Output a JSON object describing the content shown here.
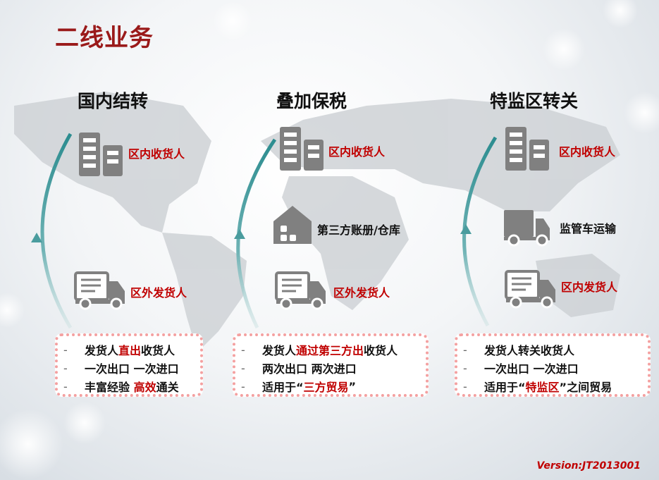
{
  "title": "二线业务",
  "version": "Version:JT2013001",
  "columns": [
    {
      "heading": "国内结转",
      "top_label": "区内收货人",
      "bottom_label": "区外发货人",
      "bullets": [
        [
          {
            "t": "发货人",
            "red": false
          },
          {
            "t": "直出",
            "red": true
          },
          {
            "t": "收货人",
            "red": false
          }
        ],
        [
          {
            "t": "一次出口 一次进口",
            "red": false
          }
        ],
        [
          {
            "t": "丰富经验 ",
            "red": false
          },
          {
            "t": "高效",
            "red": true
          },
          {
            "t": "通关",
            "red": false
          }
        ]
      ]
    },
    {
      "heading": "叠加保税",
      "top_label": "区内收货人",
      "middle_label": "第三方账册/仓库",
      "bottom_label": "区外发货人",
      "bullets": [
        [
          {
            "t": "发货人",
            "red": false
          },
          {
            "t": "通过第三方出",
            "red": true
          },
          {
            "t": "收货人",
            "red": false
          }
        ],
        [
          {
            "t": "两次出口 两次进口",
            "red": false
          }
        ],
        [
          {
            "t": "适用于“",
            "red": false
          },
          {
            "t": "三方贸易",
            "red": true
          },
          {
            "t": "”",
            "red": false
          }
        ]
      ]
    },
    {
      "heading": "特监区转关",
      "top_label": "区内收货人",
      "middle_label": "监管车运输",
      "bottom_label": "区内发货人",
      "bullets": [
        [
          {
            "t": "发货人转关收货人",
            "red": false
          }
        ],
        [
          {
            "t": "一次出口 一次进口",
            "red": false
          }
        ],
        [
          {
            "t": "适用于“",
            "red": false
          },
          {
            "t": "特监区",
            "red": true
          },
          {
            "t": "”之间贸易",
            "red": false
          }
        ]
      ]
    }
  ],
  "colors": {
    "title": "#9a1a1a",
    "accent": "#c00000",
    "icon": "#808080",
    "arc": "#2f8f8f"
  }
}
